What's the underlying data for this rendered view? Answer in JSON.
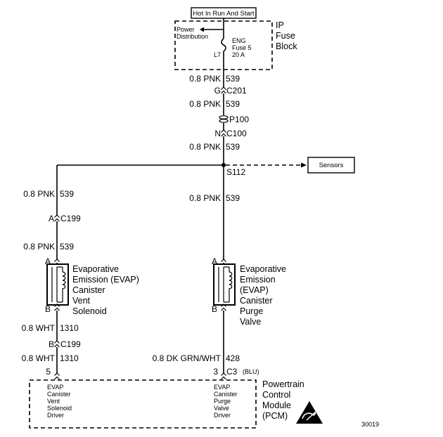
{
  "power_source": {
    "label": "Hot In Run And Start"
  },
  "fuse_block": {
    "title_lines": [
      "IP",
      "Fuse",
      "Block"
    ],
    "power_distribution_lines": [
      "Power",
      "Distribution"
    ],
    "fuse_lines": [
      "ENG",
      "Fuse 5",
      "20 A"
    ],
    "terminal": "L7"
  },
  "trunk": {
    "wire_1": {
      "gauge_color": "0.8 PNK",
      "circuit": "539"
    },
    "connector_c201": {
      "pin": "G",
      "name": "C201"
    },
    "wire_2": {
      "gauge_color": "0.8 PNK",
      "circuit": "539"
    },
    "connector_p100": {
      "name": "P100"
    },
    "connector_c100": {
      "pin": "N",
      "name": "C100"
    },
    "wire_3": {
      "gauge_color": "0.8 PNK",
      "circuit": "539"
    },
    "splice": {
      "name": "S112"
    }
  },
  "sensors": {
    "label": "Sensors"
  },
  "left_branch": {
    "wire_1": {
      "gauge_color": "0.8 PNK",
      "circuit": "539"
    },
    "connector_c199": {
      "pin": "A",
      "name": "C199"
    },
    "wire_2": {
      "gauge_color": "0.8 PNK",
      "circuit": "539"
    },
    "solenoid_pin_top": "A",
    "solenoid_pin_bottom": "B",
    "solenoid_name_lines": [
      "Evaporative",
      "Emission (EVAP)",
      "Canister",
      "Vent",
      "Solenoid"
    ],
    "wire_3": {
      "gauge_color": "0.8 WHT",
      "circuit": "1310"
    },
    "connector_c199_b": {
      "pin": "B",
      "name": "C199"
    },
    "wire_4": {
      "gauge_color": "0.8 WHT",
      "circuit": "1310"
    },
    "pcm_pin": "5"
  },
  "right_branch": {
    "wire_1": {
      "gauge_color": "0.8 PNK",
      "circuit": "539"
    },
    "valve_pin_top": "A",
    "valve_pin_bottom": "B",
    "valve_name_lines": [
      "Evaporative",
      "Emission",
      "(EVAP)",
      "Canister",
      "Purge",
      "Valve"
    ],
    "wire_2": {
      "gauge_color": "0.8 DK GRN/WHT",
      "circuit": "428"
    },
    "pcm_pin": "3",
    "pcm_connector": "C3",
    "pcm_connector_color": "(BLU)"
  },
  "pcm": {
    "title_lines": [
      "Powertrain",
      "Control",
      "Module",
      "(PCM)"
    ],
    "vent_driver_lines": [
      "EVAP",
      "Canister",
      "Vent",
      "Solenoid",
      "Driver"
    ],
    "purge_driver_lines": [
      "EVAP",
      "Canister",
      "Purge",
      "Valve",
      "Driver"
    ],
    "esd_icon": "esd-sensitive-warning-icon"
  },
  "figure_number": "30019"
}
